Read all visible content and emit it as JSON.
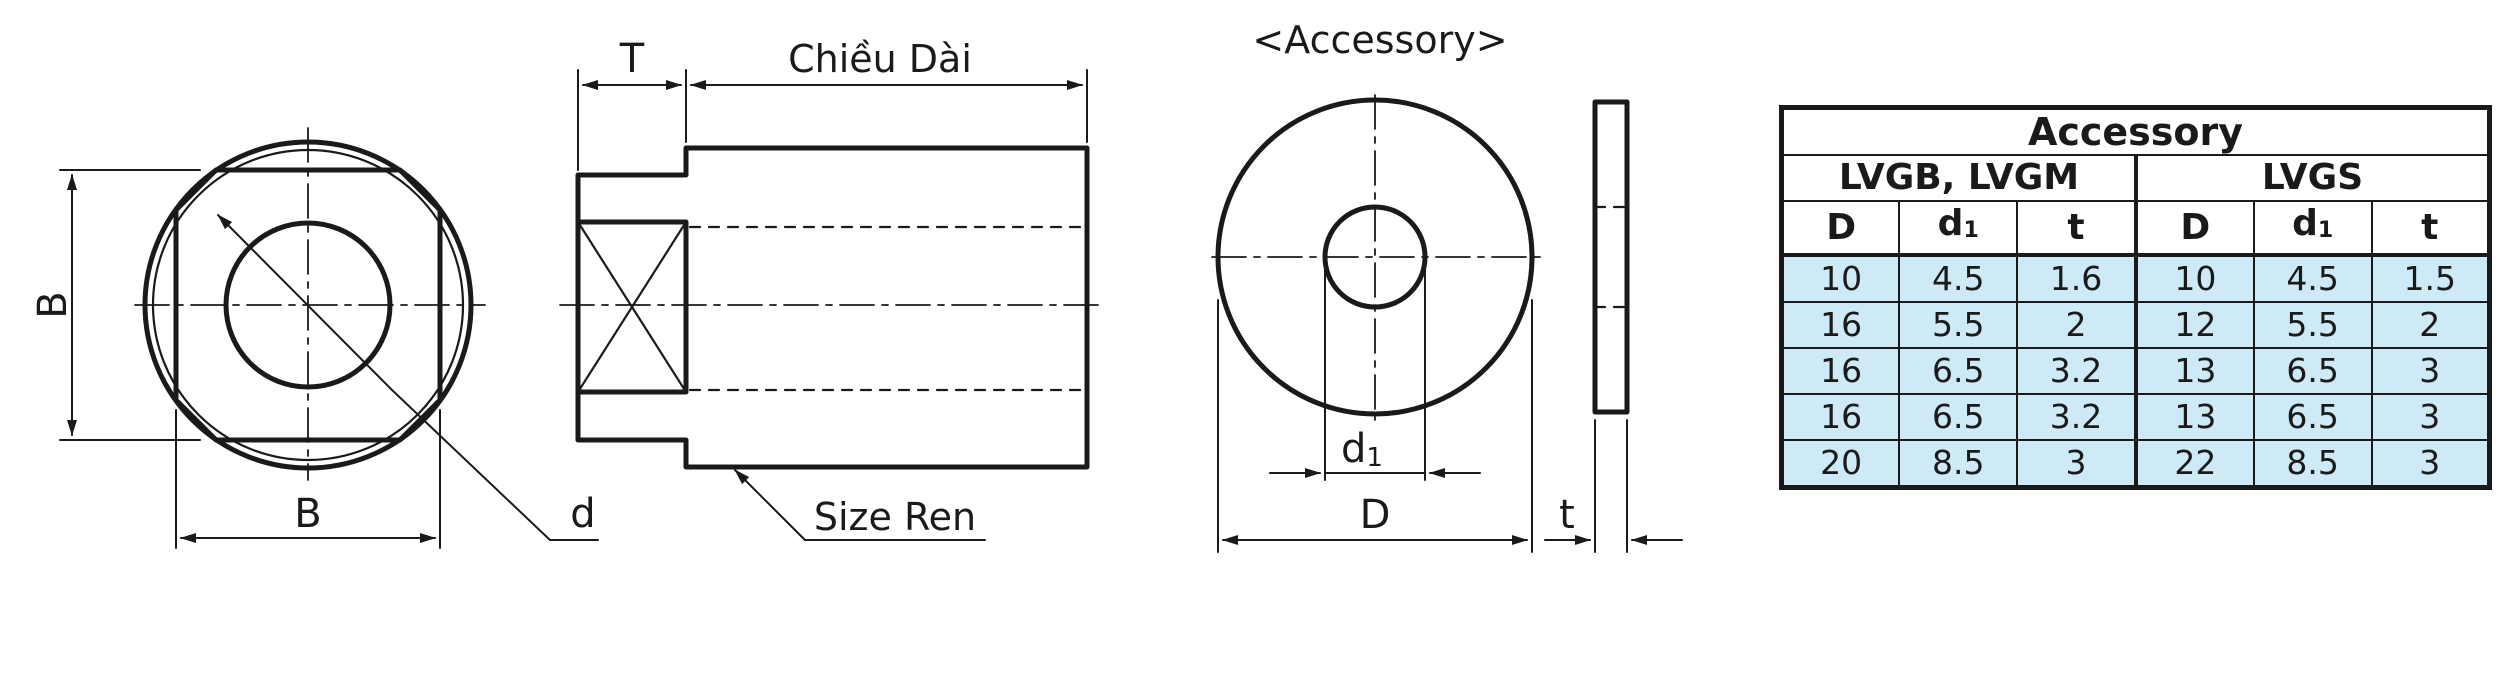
{
  "labels": {
    "left_B_vertical": "B",
    "left_B_horizontal": "B",
    "left_d": "d",
    "T": "T",
    "length": "Chiều Dài",
    "thread_size": "Size Ren",
    "accessory_view_title": "<Accessory>",
    "washer_d": "d",
    "washer_d_sub": "1",
    "washer_D": "D",
    "washer_t": "t"
  },
  "table": {
    "title": "Accessory",
    "groups": [
      "LVGB, LVGM",
      "LVGS"
    ],
    "columns": [
      {
        "main": "D",
        "sub": ""
      },
      {
        "main": "d",
        "sub": "1"
      },
      {
        "main": "t",
        "sub": ""
      },
      {
        "main": "D",
        "sub": ""
      },
      {
        "main": "d",
        "sub": "1"
      },
      {
        "main": "t",
        "sub": ""
      }
    ],
    "rows": [
      [
        "10",
        "4.5",
        "1.6",
        "10",
        "4.5",
        "1.5"
      ],
      [
        "16",
        "5.5",
        "2",
        "12",
        "5.5",
        "2"
      ],
      [
        "16",
        "6.5",
        "3.2",
        "13",
        "6.5",
        "3"
      ],
      [
        "16",
        "6.5",
        "3.2",
        "13",
        "6.5",
        "3"
      ],
      [
        "20",
        "8.5",
        "3",
        "22",
        "8.5",
        "3"
      ]
    ],
    "row_fill_color": "#cdeaf6"
  }
}
